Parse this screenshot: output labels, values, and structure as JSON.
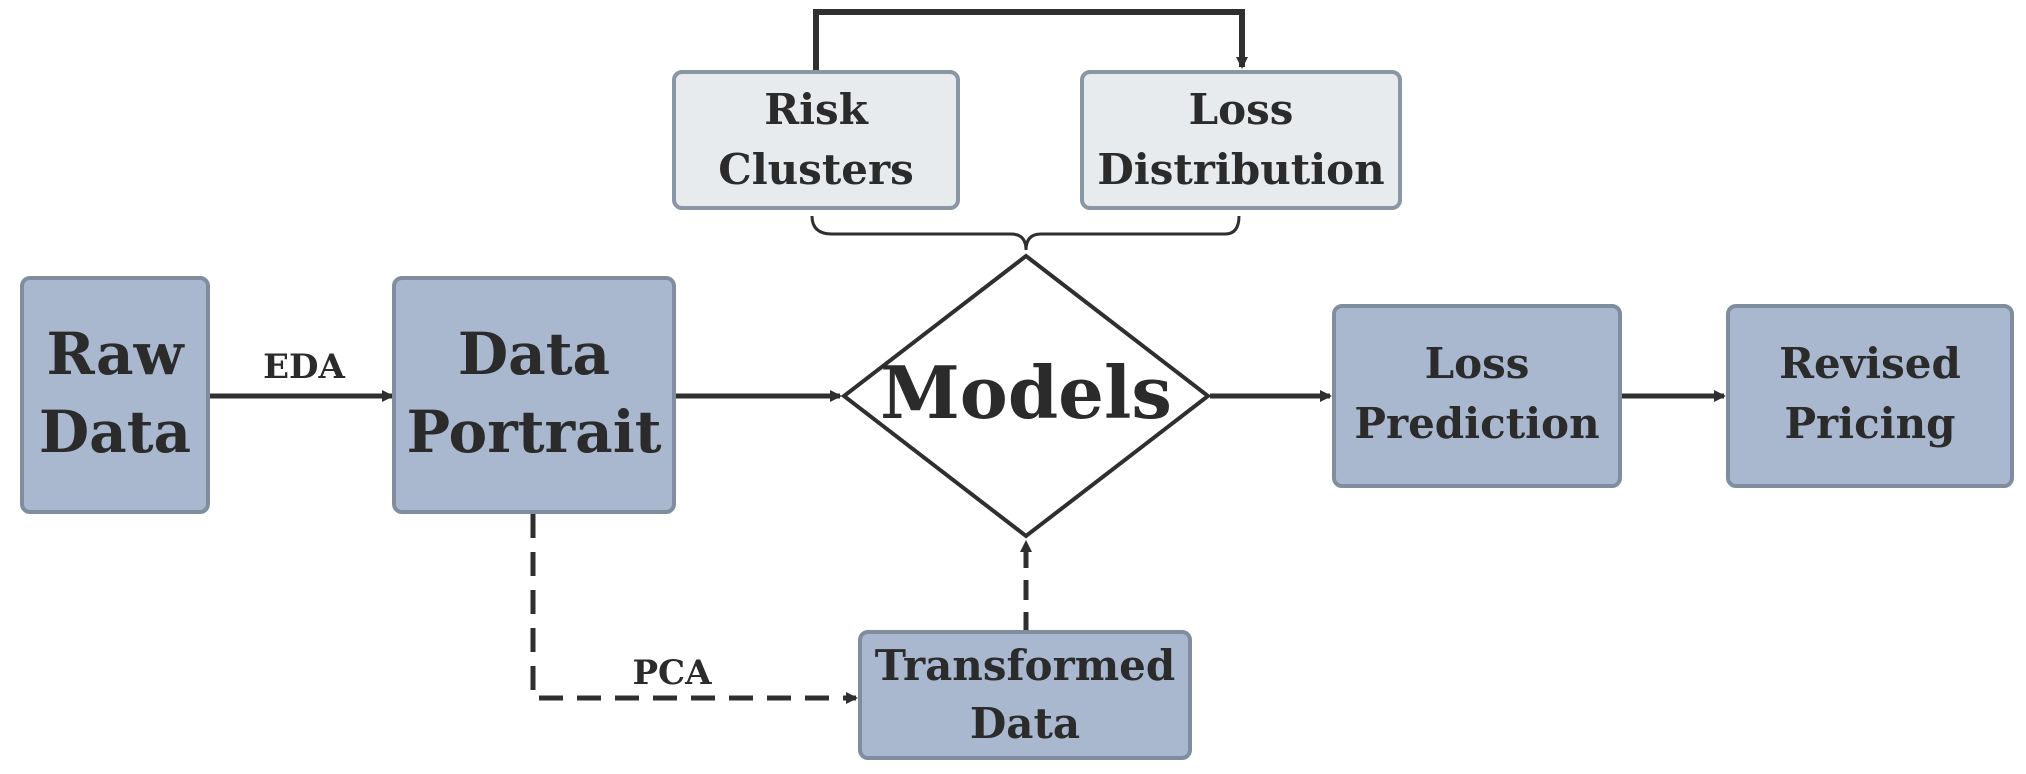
{
  "colors": {
    "primary_fill": "#a9b8cf",
    "primary_stroke": "#7f8d9f",
    "secondary_fill": "#e8ebee",
    "secondary_stroke": "#8a96a3",
    "text": "#2b2b2b",
    "arrow": "#2f2f2f"
  },
  "nodes": {
    "raw_data": {
      "line1": "Raw",
      "line2": "Data"
    },
    "data_portrait": {
      "line1": "Data",
      "line2": "Portrait"
    },
    "models": {
      "label": "Models"
    },
    "loss_prediction": {
      "line1": "Loss",
      "line2": "Prediction"
    },
    "revised_pricing": {
      "line1": "Revised",
      "line2": "Pricing"
    },
    "risk_clusters": {
      "line1": "Risk",
      "line2": "Clusters"
    },
    "loss_distribution": {
      "line1": "Loss",
      "line2": "Distribution"
    },
    "transformed_data": {
      "line1": "Transformed",
      "line2": "Data"
    }
  },
  "edges": {
    "eda_label": "EDA",
    "pca_label": "PCA"
  }
}
